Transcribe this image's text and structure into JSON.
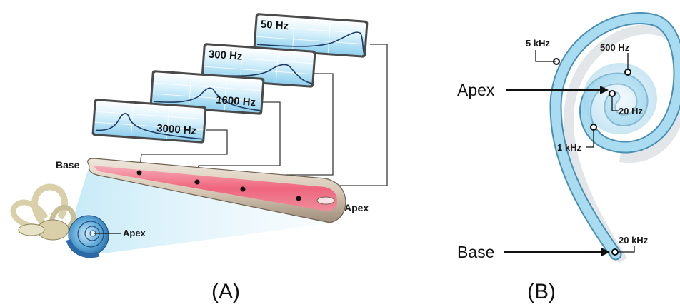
{
  "panel_a": {
    "caption": "(A)",
    "base_label": "Base",
    "apex_label_tube": "Apex",
    "apex_label_ear": "Apex",
    "frequency_boxes": [
      {
        "label": "50 Hz"
      },
      {
        "label": "300 Hz"
      },
      {
        "label": "1600 Hz"
      },
      {
        "label": "3000 Hz"
      }
    ]
  },
  "panel_b": {
    "caption": "(B)",
    "apex_label": "Apex",
    "base_label": "Base",
    "markers": [
      {
        "label": "5 kHz"
      },
      {
        "label": "500 Hz"
      },
      {
        "label": "20 Hz"
      },
      {
        "label": "1 kHz"
      },
      {
        "label": "20 kHz"
      }
    ]
  },
  "colors": {
    "membrane_pink": "#f0607a",
    "cochlea_blue": "#7ec6e6",
    "box_blue": "#bfe6f7"
  }
}
